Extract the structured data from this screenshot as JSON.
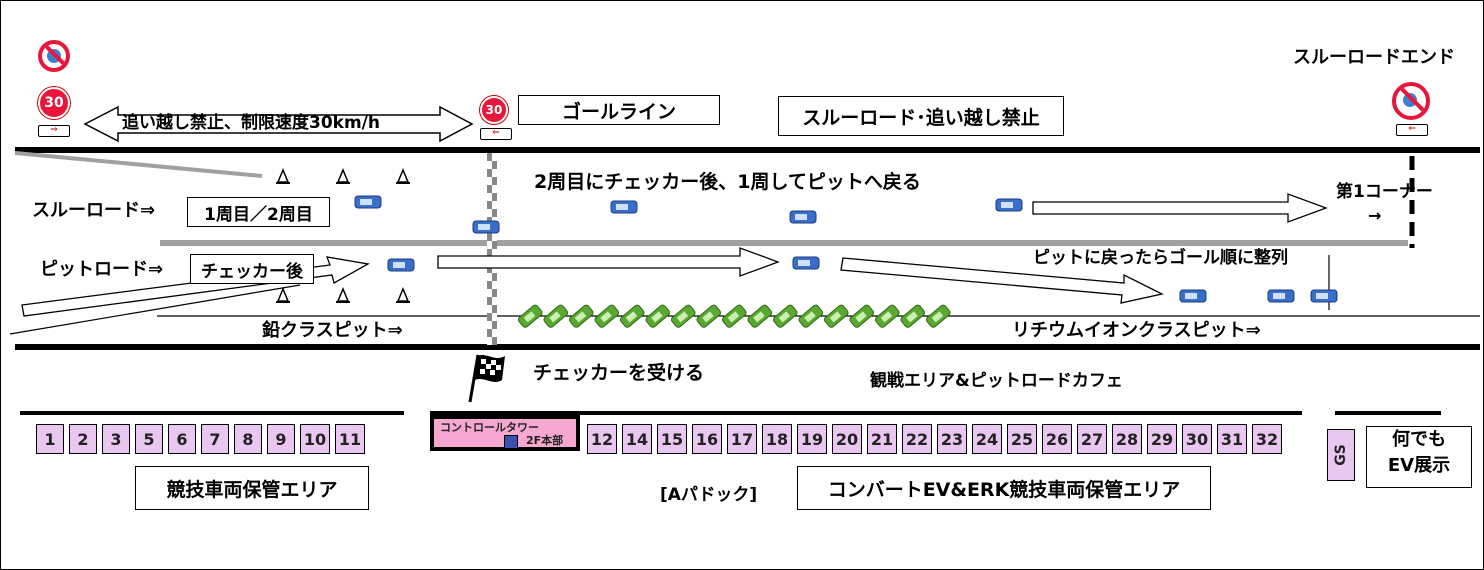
{
  "signs": {
    "speed_left": "30",
    "speed_mid": "30"
  },
  "labels": {
    "no_pass_speed": "追い越し禁止、制限速度30km/h",
    "goal_line": "ゴールライン",
    "through_no_pass": "スルーロード･追い越し禁止",
    "through_end": "スルーロードエンド",
    "through_road": "スルーロード⇒",
    "lap_box": "1周目／2周目",
    "second_lap_note": "2周目にチェッカー後、1周してピットへ戻る",
    "corner": "第1コーナー",
    "corner_arrow": "→",
    "pit_road": "ピットロード⇒",
    "after_checker": "チェッカー後",
    "return_pit": "ピットに戻ったらゴール順に整列",
    "lead_pit": "鉛クラスピット⇒",
    "lithium_pit": "リチウムイオンクラスピット⇒",
    "receive_checker": "チェッカーを受ける",
    "spectator": "観戦エリア&ピットロードカフェ",
    "control_tower": "コントロールタワー",
    "hq_2f": "2F本部",
    "race_storage": "競技車両保管エリア",
    "a_paddock": "[Aパドック]",
    "convert_storage": "コンバートEV&ERK競技車両保管エリア",
    "gs": "GS",
    "ev_display_1": "何でも",
    "ev_display_2": "EV展示"
  },
  "slots_left": [
    "1",
    "2",
    "3",
    "5",
    "6",
    "7",
    "8",
    "9",
    "10",
    "11"
  ],
  "slots_right": [
    "12",
    "14",
    "15",
    "16",
    "17",
    "18",
    "19",
    "20",
    "21",
    "22",
    "23",
    "24",
    "25",
    "26",
    "27",
    "28",
    "29",
    "30",
    "31",
    "32"
  ],
  "colors": {
    "slot_fill": "#e9c7f0",
    "tower_fill": "#f6a8d0",
    "car_blue": "#3a6fc9",
    "car_green": "#5aa832",
    "sign_red": "#e8163b"
  }
}
